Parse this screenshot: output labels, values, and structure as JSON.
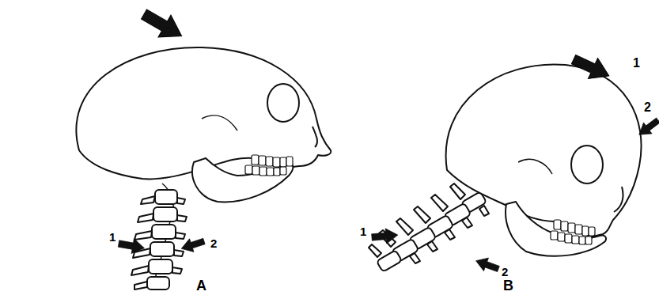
{
  "diagram": {
    "labels": [
      "1",
      "2",
      "A",
      "1",
      "2",
      "1",
      "2",
      "B"
    ]
  }
}
